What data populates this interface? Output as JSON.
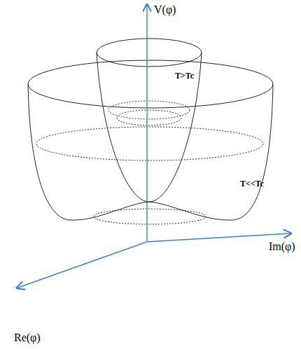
{
  "diagram": {
    "labels": [
      "V(φ)",
      "T>Tc",
      "T<<Tc",
      "Im(φ)",
      "Re(φ)"
    ]
  }
}
